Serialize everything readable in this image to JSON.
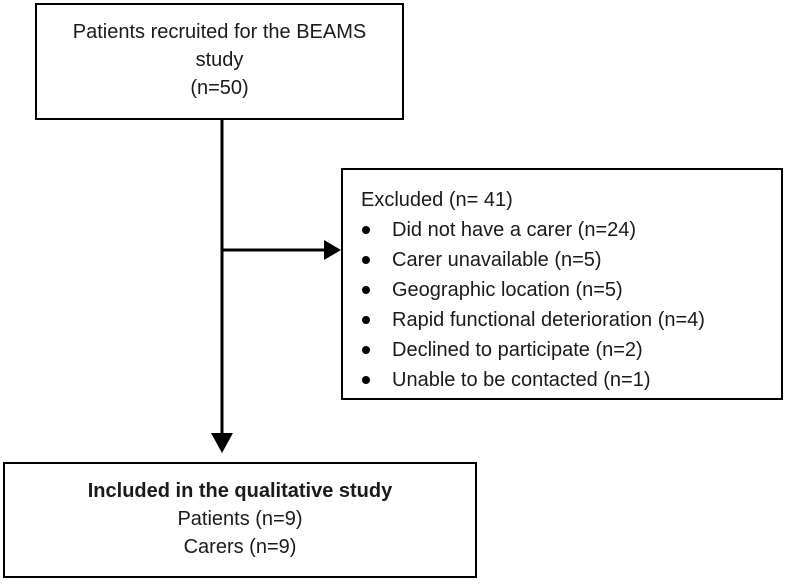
{
  "diagram": {
    "recruited": {
      "line1": "Patients recruited for the BEAMS",
      "line2": "study",
      "line3": "(n=50)"
    },
    "excluded": {
      "header": "Excluded (n= 41)",
      "items": [
        "Did not have a carer (n=24)",
        "Carer unavailable (n=5)",
        "Geographic location (n=5)",
        "Rapid functional deterioration (n=4)",
        "Declined to participate (n=2)",
        "Unable to be contacted (n=1)"
      ]
    },
    "included": {
      "title": "Included in the qualitative study",
      "line_patients": "Patients (n=9)",
      "line_carers": "Carers (n=9)"
    },
    "colors": {
      "line": "#000000",
      "text": "#1a1a1a",
      "background": "#ffffff"
    }
  }
}
